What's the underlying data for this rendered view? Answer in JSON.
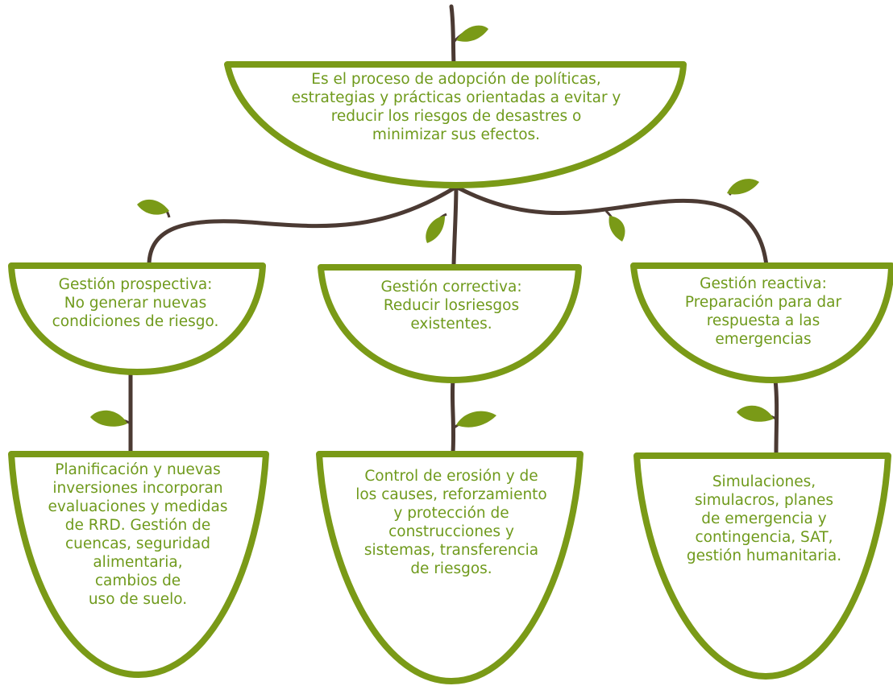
{
  "colors": {
    "text": "#6f9a1c",
    "pot_rim": "#7a9a17",
    "pot_fill": "#ffffff",
    "stem": "#4b3a33",
    "leaf": "#7a9a17"
  },
  "root": {
    "text": "Es el proceso de adopción de políticas,\nestrategias y prácticas orientadas a evitar y\nreducir los riesgos de desastres o\nminimizar sus efectos."
  },
  "branches": [
    {
      "label": "Gestión prospectiva:\nNo generar nuevas\ncondiciones de riesgo.",
      "detail": "Planificación y nuevas\ninversiones incorporan\nevaluaciones y medidas\nde RRD. Gestión de\ncuencas, seguridad\nalimentaria,\ncambios de\nuso de suelo."
    },
    {
      "label": "Gestión correctiva:\nReducir losriesgos\nexistentes.",
      "detail": "Control de erosión y de\nlos causes, reforzamiento\ny protección de\nconstrucciones y\nsistemas, transferencia\nde riesgos."
    },
    {
      "label": "Gestión reactiva:\nPreparación para dar\nrespuesta a las\nemergencias",
      "detail": "Simulaciones,\nsimulacros, planes\nde emergencia y\ncontingencia, SAT,\ngestión humanitaria."
    }
  ]
}
